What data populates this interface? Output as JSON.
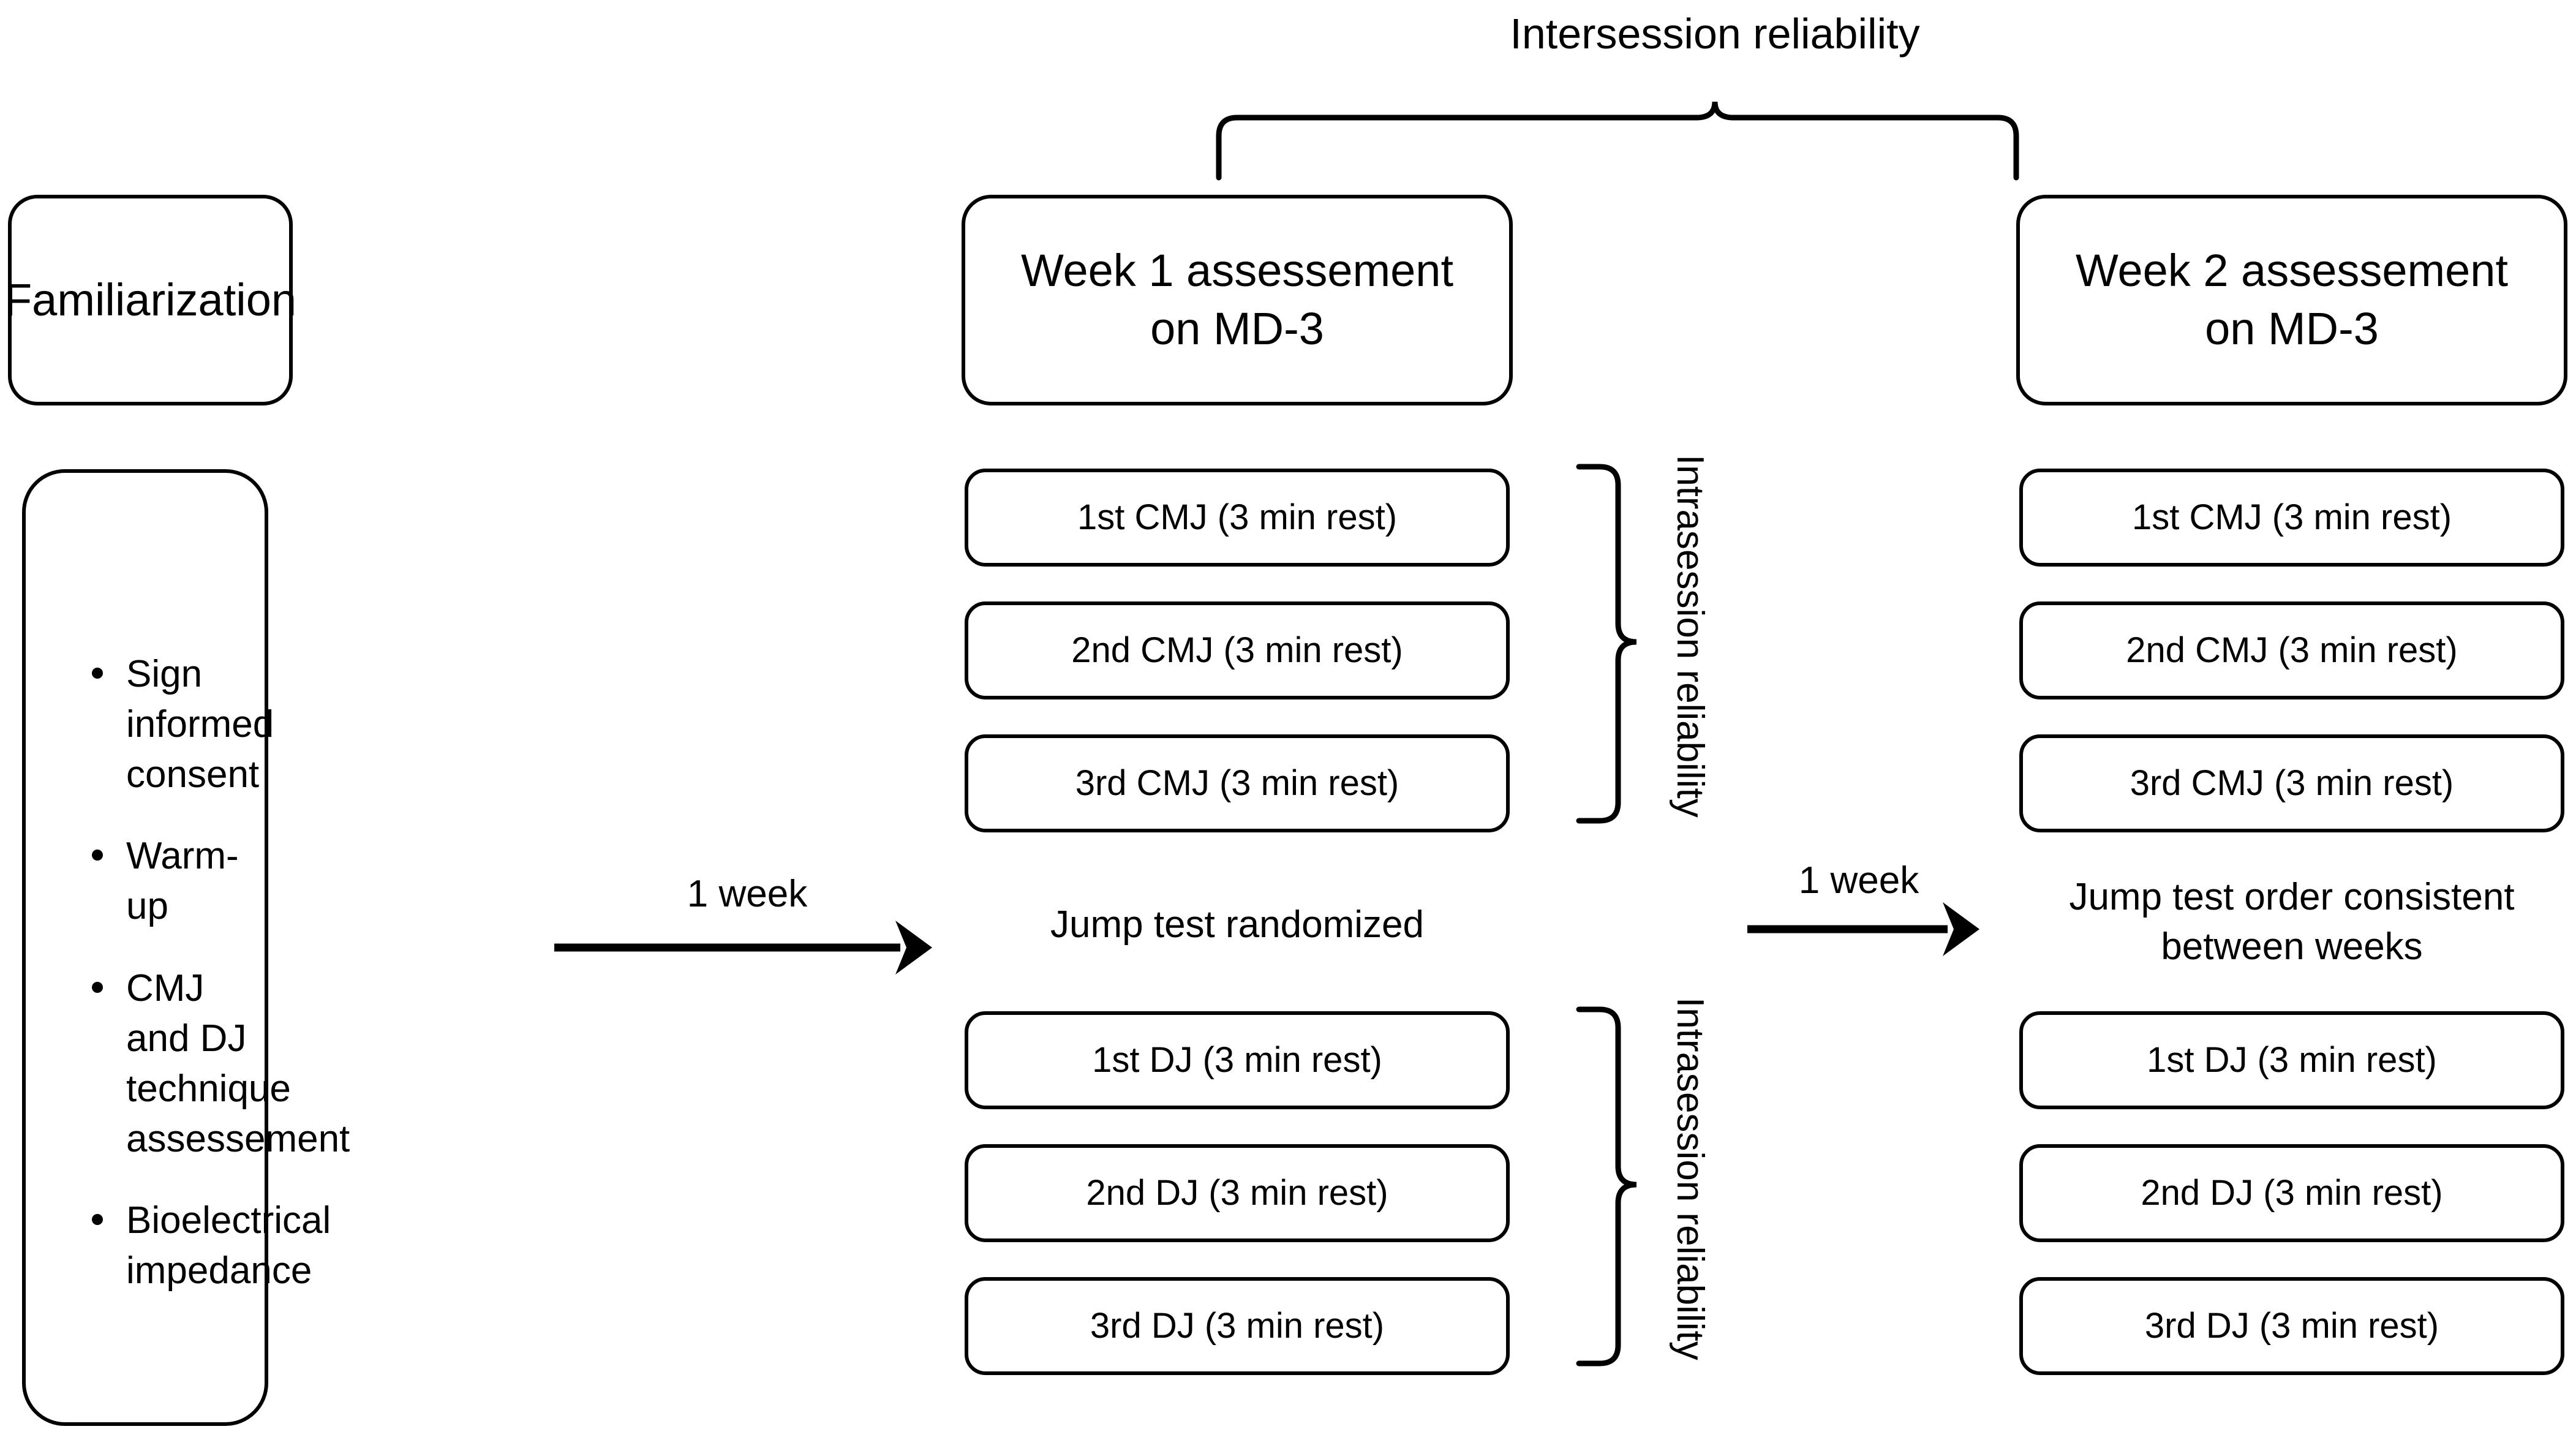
{
  "diagram": {
    "title_top": "Intersession reliability",
    "colors": {
      "stroke": "#000000",
      "background": "#ffffff",
      "text": "#000000"
    }
  },
  "left_column": {
    "familiarization": {
      "label": "Familiarization"
    },
    "procedures": {
      "items": [
        "Sign informed\nconsent",
        "Warm-up",
        "CMJ and DJ\ntechnique\nassessement",
        "Bioelectrical\nimpedance"
      ]
    }
  },
  "arrows": {
    "first": {
      "label": "1 week"
    },
    "second": {
      "label": "1 week"
    }
  },
  "week1": {
    "header": "Week 1 assessement\non MD-3",
    "cmj_trials": [
      "1st CMJ (3 min rest)",
      "2nd CMJ (3 min rest)",
      "3rd CMJ (3 min rest)"
    ],
    "middle_note": "Jump test randomized",
    "dj_trials": [
      "1st DJ (3 min rest)",
      "2nd DJ (3 min rest)",
      "3rd DJ (3 min rest)"
    ],
    "cmj_brace_label": "Intrasession reliability",
    "dj_brace_label": "Intrasession reliability"
  },
  "week2": {
    "header": "Week 2 assessement\non MD-3",
    "cmj_trials": [
      "1st CMJ (3 min rest)",
      "2nd CMJ (3 min rest)",
      "3rd CMJ (3 min rest)"
    ],
    "middle_note": "Jump test order consistent\nbetween weeks",
    "dj_trials": [
      "1st DJ (3 min rest)",
      "2nd DJ (3 min rest)",
      "3rd DJ (3 min rest)"
    ]
  }
}
